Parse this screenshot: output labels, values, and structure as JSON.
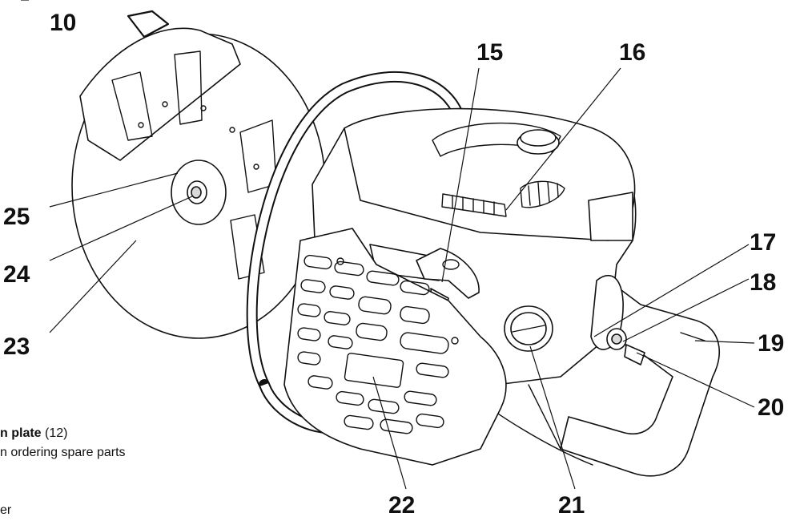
{
  "callouts": {
    "c10": "10",
    "c15": "15",
    "c16": "16",
    "c17": "17",
    "c18": "18",
    "c19": "19",
    "c20": "20",
    "c21": "21",
    "c22": "22",
    "c23": "23",
    "c24": "24",
    "c25": "25"
  },
  "side_text": {
    "line1_bold": "n plate",
    "line1_rest": " (12)",
    "line2": "n ordering spare parts",
    "line3": "er"
  }
}
